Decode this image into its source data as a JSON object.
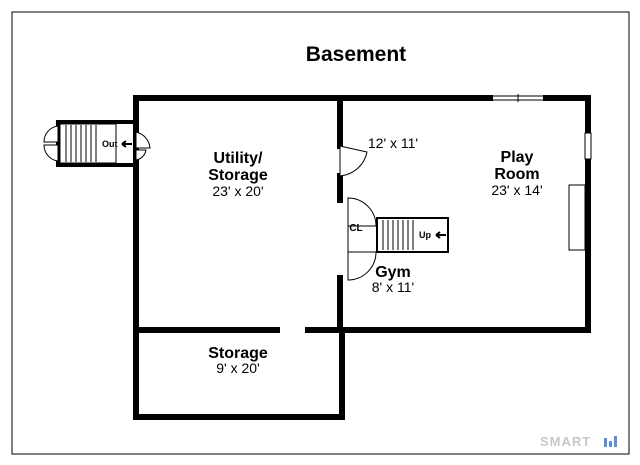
{
  "title": "Basement",
  "rooms": {
    "utility": {
      "name_line1": "Utility/",
      "name_line2": "Storage",
      "dims": "23' x 20'"
    },
    "play": {
      "name_line1": "Play",
      "name_line2": "Room",
      "dims": "23' x 14'",
      "extra_dims": "12' x 11'"
    },
    "gym": {
      "name": "Gym",
      "dims": "8' x 11'"
    },
    "storage": {
      "name": "Storage",
      "dims": "9' x 20'"
    },
    "closet": {
      "name": "CL"
    }
  },
  "stairs": {
    "out_label": "Out",
    "up_label": "Up"
  },
  "watermark": "SMART"
}
